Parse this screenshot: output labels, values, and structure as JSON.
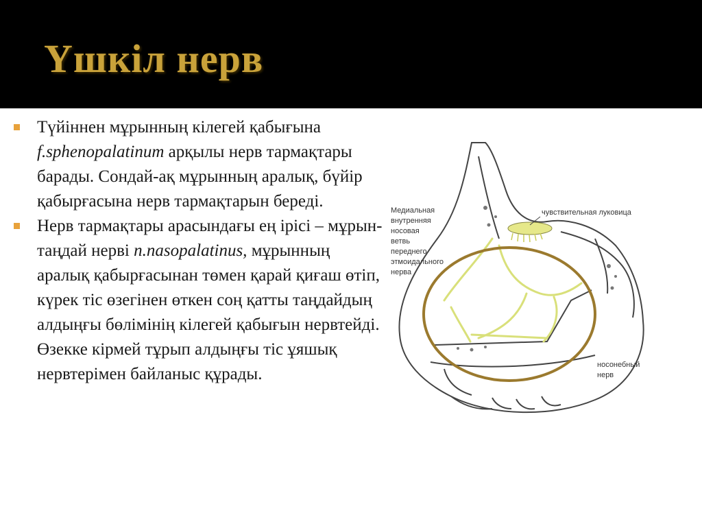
{
  "slide": {
    "title": "Үшкіл нерв",
    "bullets": [
      {
        "parts": [
          {
            "text": "Түйіннен мұрынның кілегей қабығына ",
            "italic": false
          },
          {
            "text": "f.sphenopalatinum",
            "italic": true
          },
          {
            "text": "  арқылы нерв тармақтары барады. Сондай-ақ мұрынның  аралық, бүйір қабырғасына нерв тармақтарын береді.",
            "italic": false
          }
        ]
      },
      {
        "parts": [
          {
            "text": "Нерв тармақтары арасындағы ең ірісі – мұрын-таңдай нерві ",
            "italic": false
          },
          {
            "text": "n.nasopalatinus,",
            "italic": true
          },
          {
            "text": " мұрынның аралық қабырғасынан төмен қарай қиғаш өтіп, күрек тіс өзегінен өткен соң қатты таңдайдың алдыңғы бөлімінің кілегей қабығын нервтейді. Өзекке кірмей тұрып алдыңғы тіс ұяшық нервтерімен байланыс құрады.",
            "italic": false
          }
        ]
      }
    ]
  },
  "figure": {
    "labels": {
      "medial_line1": "Медиальная",
      "medial_line2": "внутренняя",
      "medial_line3": "носовая",
      "medial_line4": "ветвь",
      "medial_line5": "переднего",
      "medial_line6": "этмоидального",
      "medial_line7": "нерва",
      "bulb": "чувствительная луковица",
      "nasopalatine_line1": "носонебный",
      "nasopalatine_line2": "нерв"
    },
    "colors": {
      "nerve": "#d9e07a",
      "ring": "#9b7a2e",
      "outline": "#444444"
    }
  },
  "colors": {
    "title": "#c9a23a",
    "bullet": "#e8a23c",
    "header_bg": "#000000",
    "content_bg": "#ffffff"
  }
}
